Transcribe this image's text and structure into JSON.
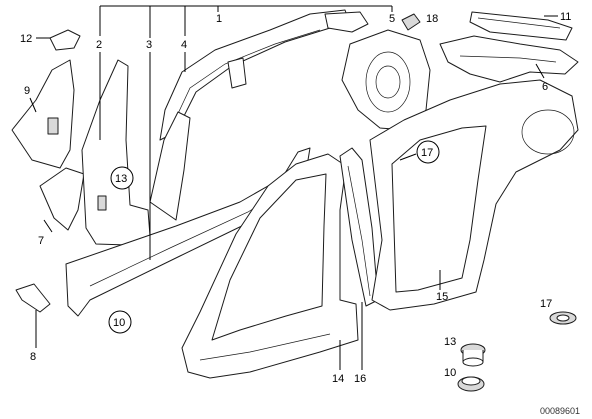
{
  "callouts": {
    "c1": "1",
    "c2": "2",
    "c3": "3",
    "c4": "4",
    "c5": "5",
    "c6": "6",
    "c7": "7",
    "c8": "8",
    "c9": "9",
    "c10": "10",
    "c11": "11",
    "c12": "12",
    "c13": "13",
    "c14": "14",
    "c15": "15",
    "c16": "16",
    "c17": "17",
    "c18": "18",
    "c10_circled": "10",
    "c13_circled": "13",
    "c17_circled": "17",
    "legend_13": "13",
    "legend_10": "10",
    "legend_17": "17"
  },
  "document_id": "00089601"
}
